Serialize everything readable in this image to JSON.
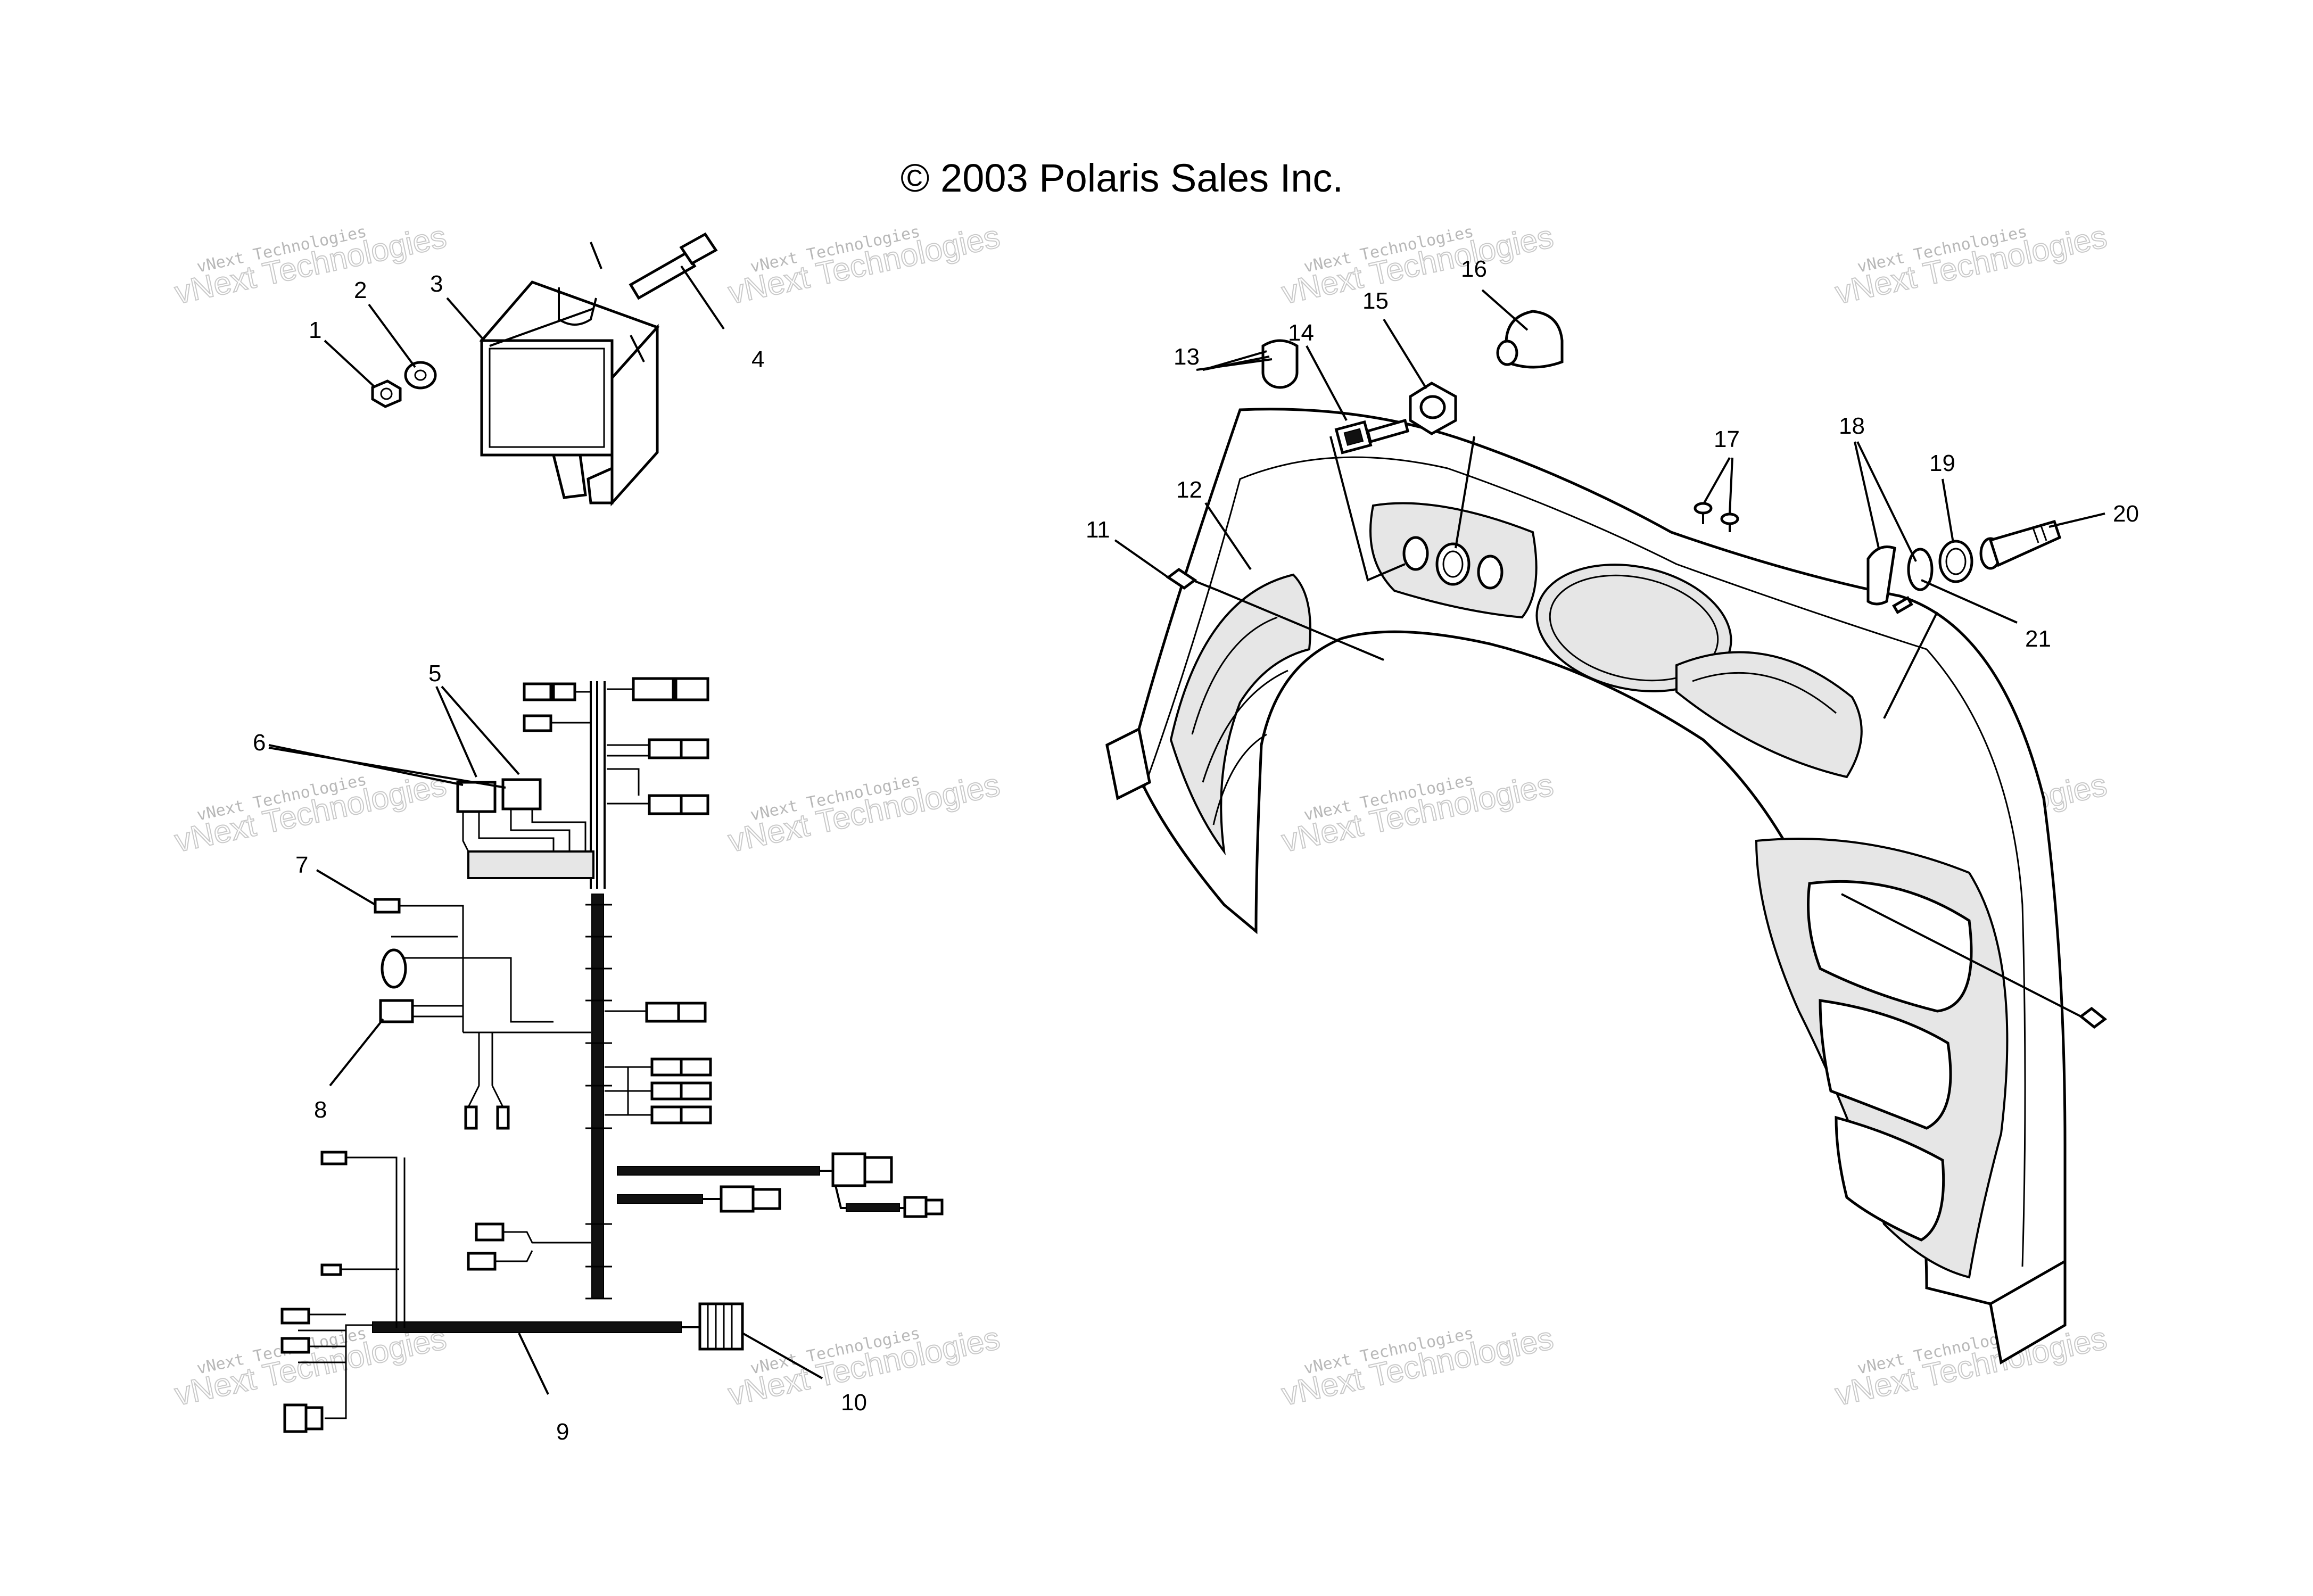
{
  "copyright": "© 2003 Polaris Sales Inc.",
  "watermark": {
    "text": "vNext Technologies",
    "text_color": "#b8b8b8"
  },
  "callouts": [
    "1",
    "2",
    "3",
    "4",
    "5",
    "6",
    "7",
    "8",
    "9",
    "10",
    "11",
    "12",
    "13",
    "14",
    "15",
    "16",
    "17",
    "18",
    "19",
    "20",
    "21"
  ]
}
